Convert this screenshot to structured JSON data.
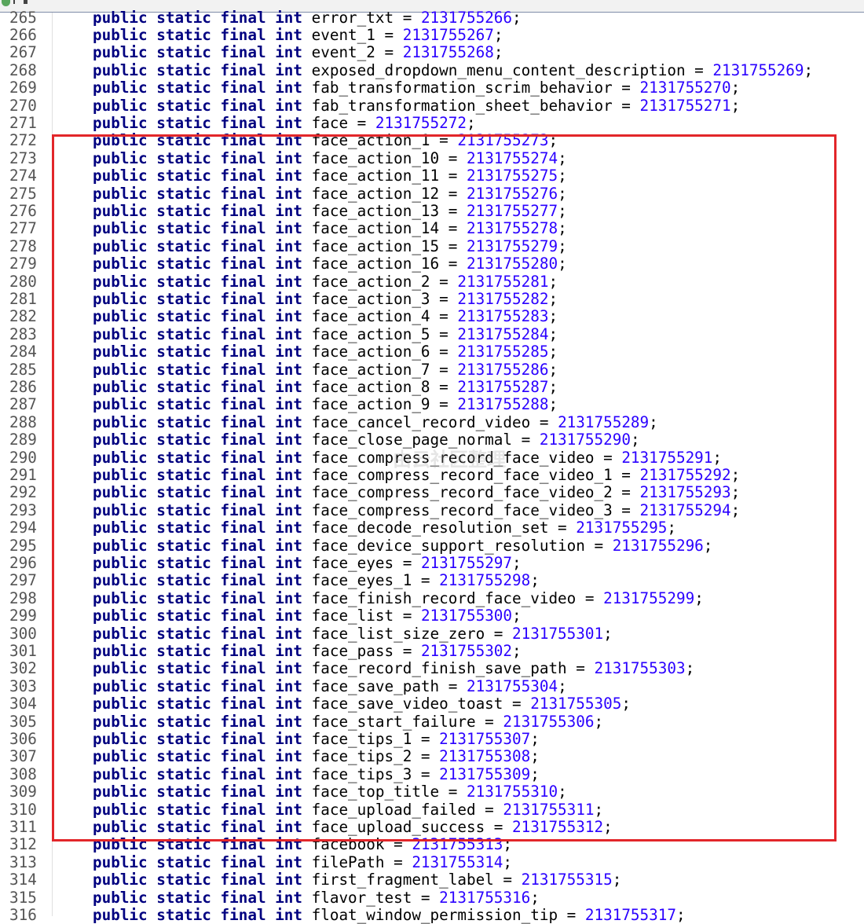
{
  "editor": {
    "keywords": [
      "public",
      "static",
      "final"
    ],
    "type_keyword": "int",
    "lines": [
      {
        "num": "265",
        "name": "error_txt",
        "value": "2131755266"
      },
      {
        "num": "266",
        "name": "event_1",
        "value": "2131755267"
      },
      {
        "num": "267",
        "name": "event_2",
        "value": "2131755268"
      },
      {
        "num": "268",
        "name": "exposed_dropdown_menu_content_description",
        "value": "2131755269"
      },
      {
        "num": "269",
        "name": "fab_transformation_scrim_behavior",
        "value": "2131755270"
      },
      {
        "num": "270",
        "name": "fab_transformation_sheet_behavior",
        "value": "2131755271"
      },
      {
        "num": "271",
        "name": "face",
        "value": "2131755272"
      },
      {
        "num": "272",
        "name": "face_action_1",
        "value": "2131755273"
      },
      {
        "num": "273",
        "name": "face_action_10",
        "value": "2131755274"
      },
      {
        "num": "274",
        "name": "face_action_11",
        "value": "2131755275"
      },
      {
        "num": "275",
        "name": "face_action_12",
        "value": "2131755276"
      },
      {
        "num": "276",
        "name": "face_action_13",
        "value": "2131755277"
      },
      {
        "num": "277",
        "name": "face_action_14",
        "value": "2131755278"
      },
      {
        "num": "278",
        "name": "face_action_15",
        "value": "2131755279"
      },
      {
        "num": "279",
        "name": "face_action_16",
        "value": "2131755280"
      },
      {
        "num": "280",
        "name": "face_action_2",
        "value": "2131755281"
      },
      {
        "num": "281",
        "name": "face_action_3",
        "value": "2131755282"
      },
      {
        "num": "282",
        "name": "face_action_4",
        "value": "2131755283"
      },
      {
        "num": "283",
        "name": "face_action_5",
        "value": "2131755284"
      },
      {
        "num": "284",
        "name": "face_action_6",
        "value": "2131755285"
      },
      {
        "num": "285",
        "name": "face_action_7",
        "value": "2131755286"
      },
      {
        "num": "286",
        "name": "face_action_8",
        "value": "2131755287"
      },
      {
        "num": "287",
        "name": "face_action_9",
        "value": "2131755288"
      },
      {
        "num": "288",
        "name": "face_cancel_record_video",
        "value": "2131755289"
      },
      {
        "num": "289",
        "name": "face_close_page_normal",
        "value": "2131755290"
      },
      {
        "num": "290",
        "name": "face_compress_record_face_video",
        "value": "2131755291"
      },
      {
        "num": "291",
        "name": "face_compress_record_face_video_1",
        "value": "2131755292"
      },
      {
        "num": "292",
        "name": "face_compress_record_face_video_2",
        "value": "2131755293"
      },
      {
        "num": "293",
        "name": "face_compress_record_face_video_3",
        "value": "2131755294"
      },
      {
        "num": "294",
        "name": "face_decode_resolution_set",
        "value": "2131755295"
      },
      {
        "num": "295",
        "name": "face_device_support_resolution",
        "value": "2131755296"
      },
      {
        "num": "296",
        "name": "face_eyes",
        "value": "2131755297"
      },
      {
        "num": "297",
        "name": "face_eyes_1",
        "value": "2131755298"
      },
      {
        "num": "298",
        "name": "face_finish_record_face_video",
        "value": "2131755299"
      },
      {
        "num": "299",
        "name": "face_list",
        "value": "2131755300"
      },
      {
        "num": "300",
        "name": "face_list_size_zero",
        "value": "2131755301"
      },
      {
        "num": "301",
        "name": "face_pass",
        "value": "2131755302"
      },
      {
        "num": "302",
        "name": "face_record_finish_save_path",
        "value": "2131755303"
      },
      {
        "num": "303",
        "name": "face_save_path",
        "value": "2131755304"
      },
      {
        "num": "304",
        "name": "face_save_video_toast",
        "value": "2131755305"
      },
      {
        "num": "305",
        "name": "face_start_failure",
        "value": "2131755306"
      },
      {
        "num": "306",
        "name": "face_tips_1",
        "value": "2131755307"
      },
      {
        "num": "307",
        "name": "face_tips_2",
        "value": "2131755308"
      },
      {
        "num": "308",
        "name": "face_tips_3",
        "value": "2131755309"
      },
      {
        "num": "309",
        "name": "face_top_title",
        "value": "2131755310"
      },
      {
        "num": "310",
        "name": "face_upload_failed",
        "value": "2131755311"
      },
      {
        "num": "311",
        "name": "face_upload_success",
        "value": "2131755312"
      },
      {
        "num": "312",
        "name": "facebook",
        "value": "2131755313"
      },
      {
        "num": "313",
        "name": "filePath",
        "value": "2131755314"
      },
      {
        "num": "314",
        "name": "first_fragment_label",
        "value": "2131755315"
      },
      {
        "num": "315",
        "name": "flavor_test",
        "value": "2131755316"
      },
      {
        "num": "316",
        "name": "float_window_permission_tip",
        "value": "2131755317"
      }
    ]
  },
  "highlight": {
    "color": "#e2262a"
  },
  "watermark": {
    "text": "由云社区整理"
  }
}
